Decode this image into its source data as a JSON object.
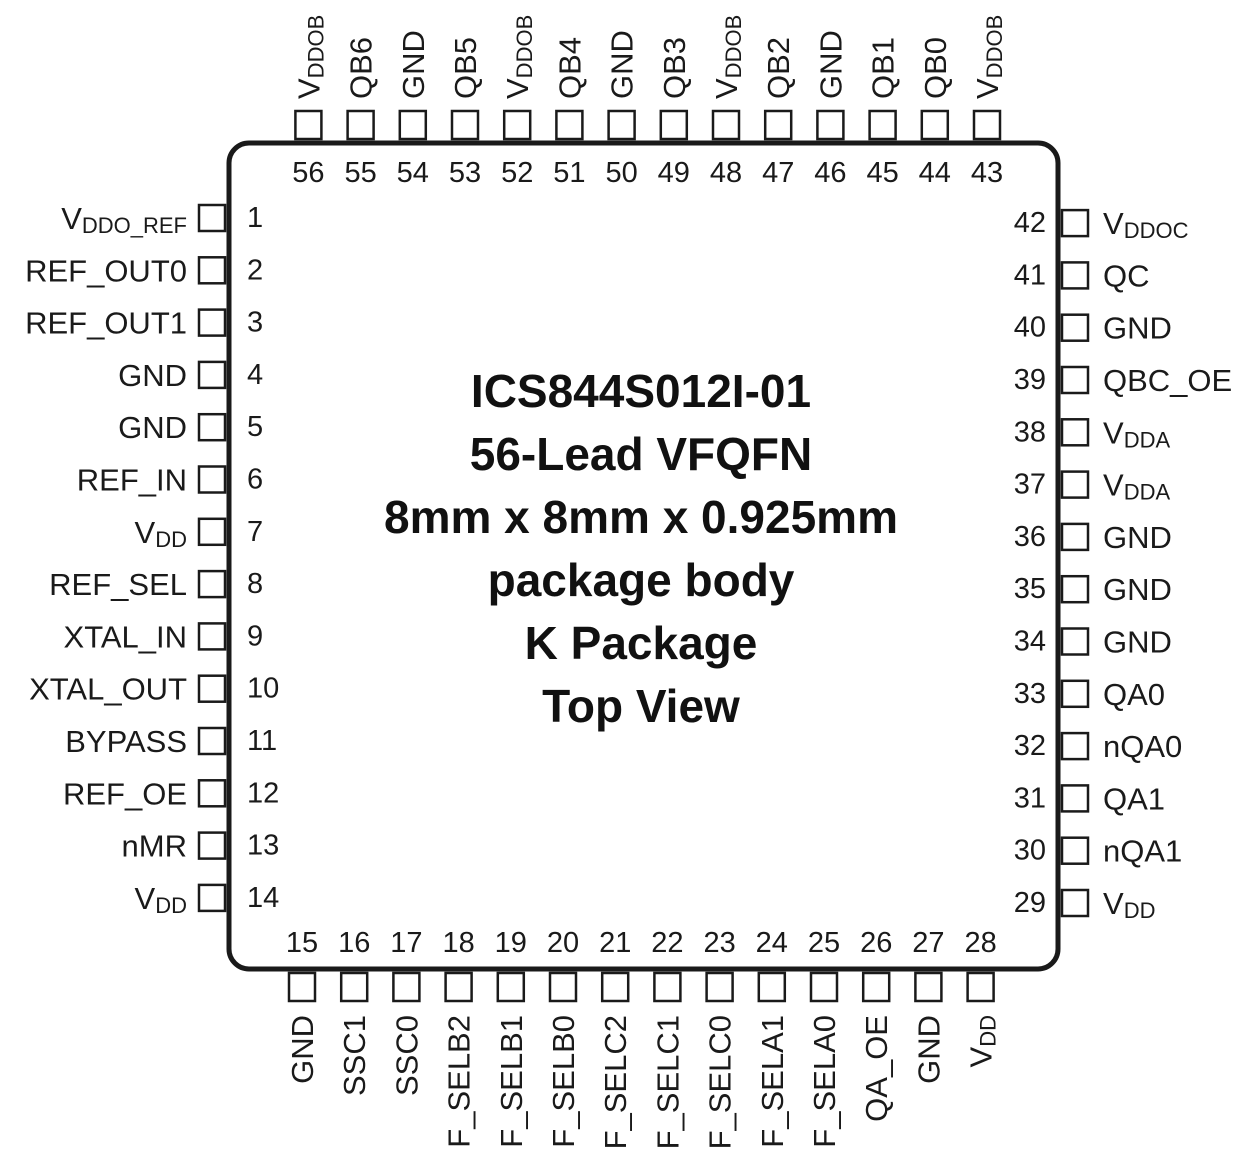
{
  "package": {
    "title_lines": [
      "ICS844S012I-01",
      "56-Lead VFQFN",
      "8mm x 8mm x 0.925mm",
      "package body",
      "K Package",
      "Top View"
    ]
  },
  "pins": {
    "left": [
      {
        "num": "1",
        "name": "V",
        "sub": "DDO_REF"
      },
      {
        "num": "2",
        "name": "REF_OUT0"
      },
      {
        "num": "3",
        "name": "REF_OUT1"
      },
      {
        "num": "4",
        "name": "GND"
      },
      {
        "num": "5",
        "name": "GND"
      },
      {
        "num": "6",
        "name": "REF_IN"
      },
      {
        "num": "7",
        "name": "V",
        "sub": "DD"
      },
      {
        "num": "8",
        "name": "REF_SEL"
      },
      {
        "num": "9",
        "name": "XTAL_IN"
      },
      {
        "num": "10",
        "name": "XTAL_OUT"
      },
      {
        "num": "11",
        "name": "BYPASS"
      },
      {
        "num": "12",
        "name": "REF_OE"
      },
      {
        "num": "13",
        "name": "nMR"
      },
      {
        "num": "14",
        "name": "V",
        "sub": "DD"
      }
    ],
    "bottom": [
      {
        "num": "15",
        "name": "GND"
      },
      {
        "num": "16",
        "name": "SSC1"
      },
      {
        "num": "17",
        "name": "SSC0"
      },
      {
        "num": "18",
        "name": "F_SELB2"
      },
      {
        "num": "19",
        "name": "F_SELB1"
      },
      {
        "num": "20",
        "name": "F_SELB0"
      },
      {
        "num": "21",
        "name": "F_SELC2"
      },
      {
        "num": "22",
        "name": "F_SELC1"
      },
      {
        "num": "23",
        "name": "F_SELC0"
      },
      {
        "num": "24",
        "name": "F_SELA1"
      },
      {
        "num": "25",
        "name": "F_SELA0"
      },
      {
        "num": "26",
        "name": "QA_OE"
      },
      {
        "num": "27",
        "name": "GND"
      },
      {
        "num": "28",
        "name": "V",
        "sub": "DD"
      }
    ],
    "right": [
      {
        "num": "29",
        "name": "V",
        "sub": "DD"
      },
      {
        "num": "30",
        "name": "nQA1"
      },
      {
        "num": "31",
        "name": "QA1"
      },
      {
        "num": "32",
        "name": "nQA0"
      },
      {
        "num": "33",
        "name": "QA0"
      },
      {
        "num": "34",
        "name": "GND"
      },
      {
        "num": "35",
        "name": "GND"
      },
      {
        "num": "36",
        "name": "GND"
      },
      {
        "num": "37",
        "name": "V",
        "sub": "DDA"
      },
      {
        "num": "38",
        "name": "V",
        "sub": "DDA"
      },
      {
        "num": "39",
        "name": "QBC_OE"
      },
      {
        "num": "40",
        "name": "GND"
      },
      {
        "num": "41",
        "name": "QC"
      },
      {
        "num": "42",
        "name": "V",
        "sub": "DDOC"
      }
    ],
    "top": [
      {
        "num": "43",
        "name": "V",
        "sub": "DDOB"
      },
      {
        "num": "44",
        "name": "QB0"
      },
      {
        "num": "45",
        "name": "QB1"
      },
      {
        "num": "46",
        "name": "GND"
      },
      {
        "num": "47",
        "name": "QB2"
      },
      {
        "num": "48",
        "name": "V",
        "sub": "DDOB"
      },
      {
        "num": "49",
        "name": "QB3"
      },
      {
        "num": "50",
        "name": "GND"
      },
      {
        "num": "51",
        "name": "QB4"
      },
      {
        "num": "52",
        "name": "V",
        "sub": "DDOB"
      },
      {
        "num": "53",
        "name": "QB5"
      },
      {
        "num": "54",
        "name": "GND"
      },
      {
        "num": "55",
        "name": "QB6"
      },
      {
        "num": "56",
        "name": "V",
        "sub": "DDOB"
      }
    ]
  }
}
